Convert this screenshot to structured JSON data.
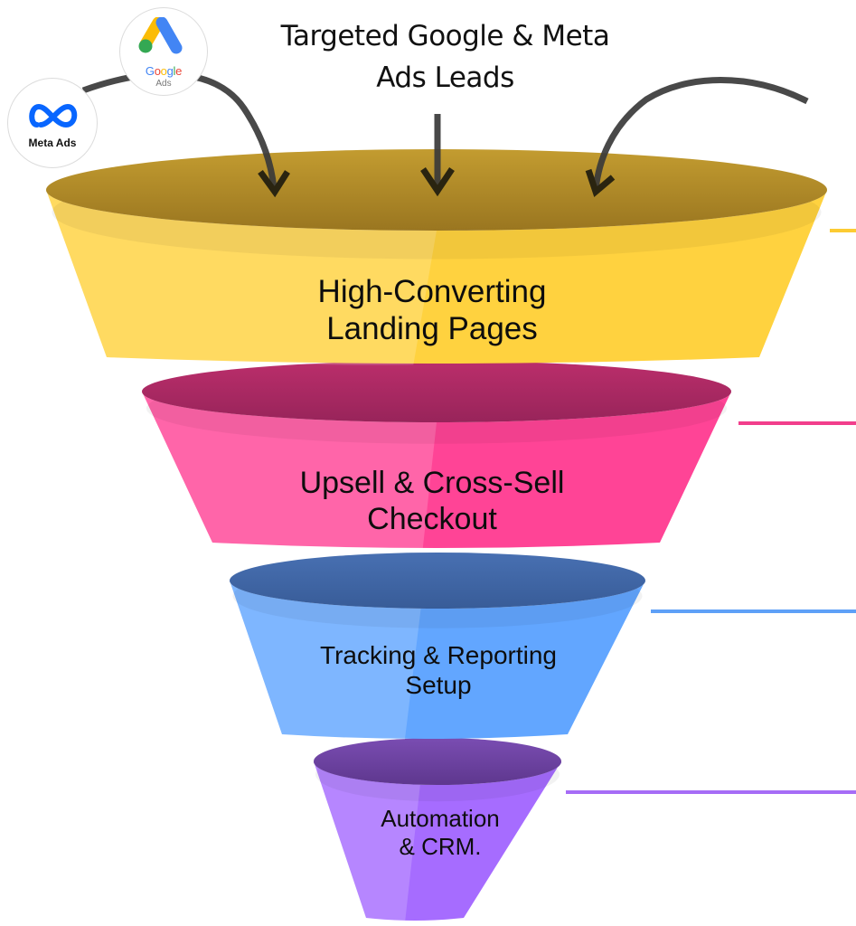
{
  "header": {
    "title_line1": "Targeted Google & Meta",
    "title_line2": "Ads Leads"
  },
  "logos": {
    "google": {
      "word": "Google",
      "sub": "Ads",
      "colors": [
        "#4285F4",
        "#EA4335",
        "#FBBC05",
        "#4285F4",
        "#34A853",
        "#EA4335"
      ]
    },
    "meta": {
      "label": "Meta Ads",
      "color": "#0866FF"
    }
  },
  "funnel": {
    "stages": [
      {
        "line1": "High-Converting",
        "line2": "Landing Pages",
        "color": "#FFD23F",
        "rim": "#B08A28",
        "connector": "#FCCB33"
      },
      {
        "line1": "Upsell & Cross-Sell",
        "line2": "Checkout",
        "color": "#FF4496",
        "rim": "#A82963",
        "connector": "#F23E8C"
      },
      {
        "line1": "Tracking & Reporting",
        "line2": "Setup",
        "color": "#62A6FF",
        "rim": "#3E65A5",
        "connector": "#5EA0F7"
      },
      {
        "line1": "Automation",
        "line2": "& CRM.",
        "color": "#A66CFF",
        "rim": "#6A3E9E",
        "connector": "#A66CF6"
      }
    ]
  }
}
